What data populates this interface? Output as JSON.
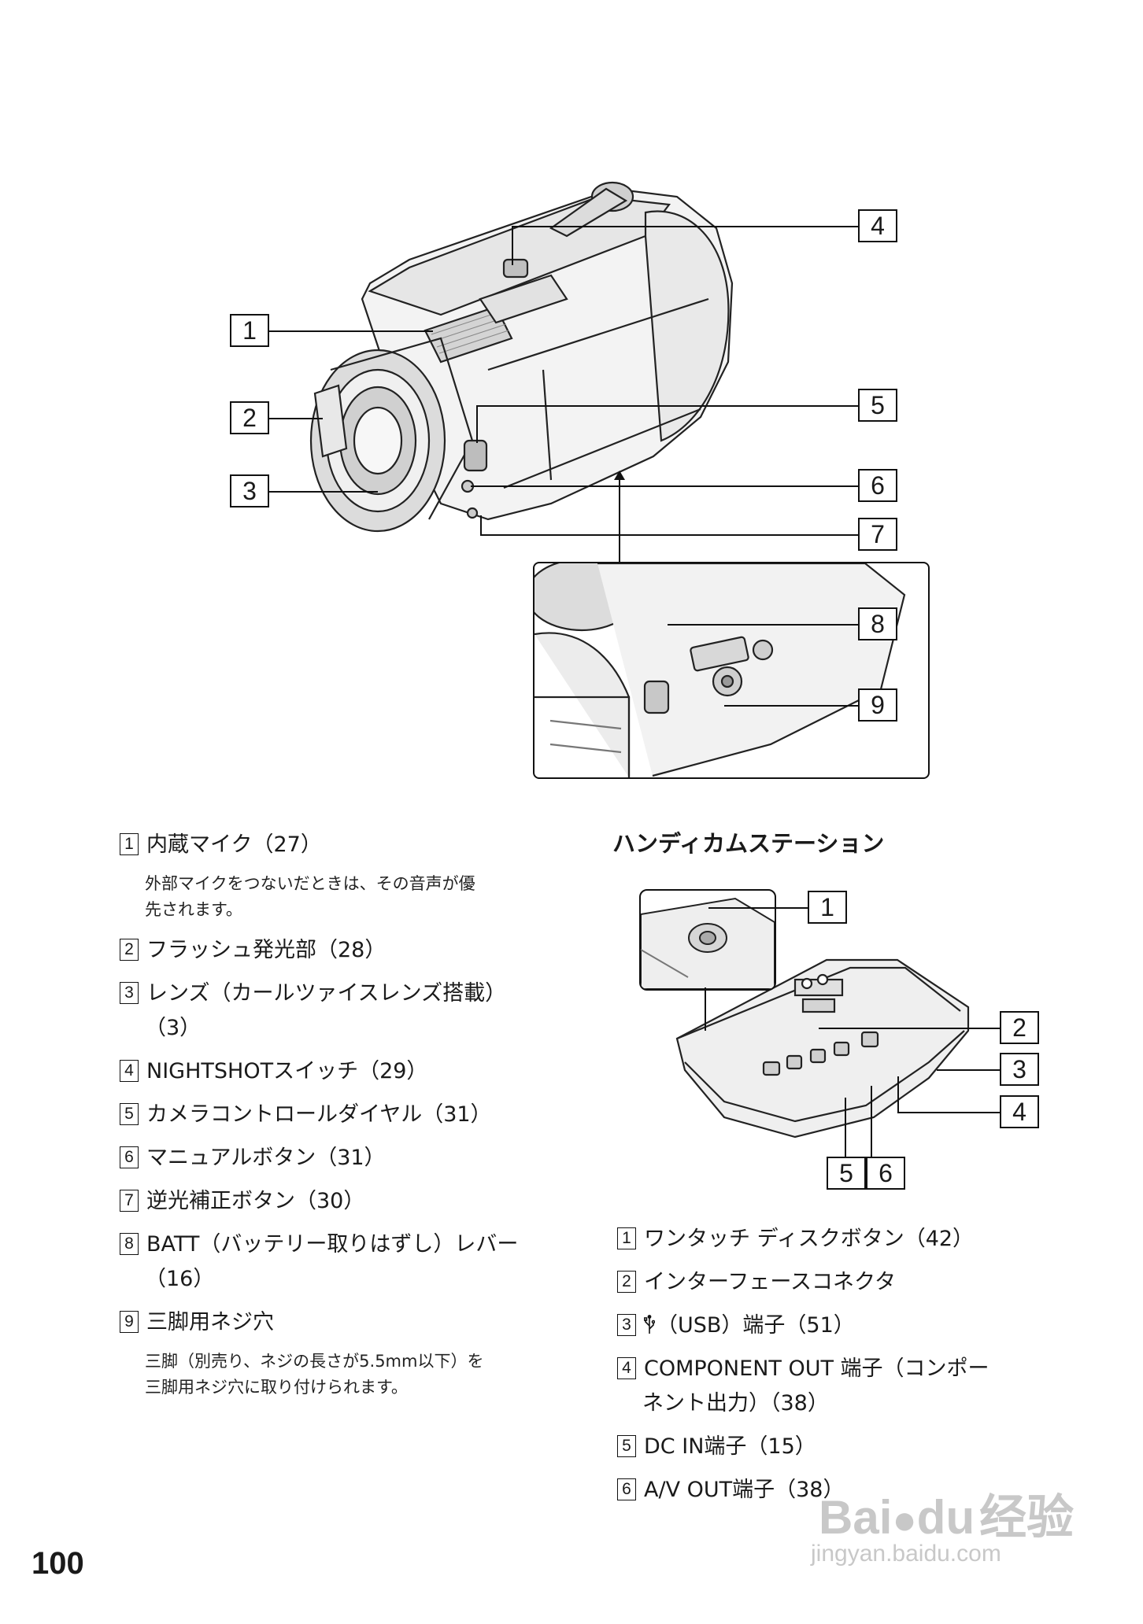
{
  "camera_callouts": [
    "1",
    "2",
    "3",
    "4",
    "5",
    "6",
    "7",
    "8",
    "9"
  ],
  "left_items": [
    {
      "num": "1",
      "text": "内蔵マイク（27）"
    },
    {
      "num": "2",
      "text": "フラッシュ発光部（28）"
    },
    {
      "num": "3",
      "text": "レンズ（カールツァイスレンズ搭載）"
    },
    {
      "num": "4",
      "text": "NIGHTSHOTスイッチ（29）"
    },
    {
      "num": "5",
      "text": "カメラコントロールダイヤル（31）"
    },
    {
      "num": "6",
      "text": "マニュアルボタン（31）"
    },
    {
      "num": "7",
      "text": "逆光補正ボタン（30）"
    },
    {
      "num": "8",
      "text": "BATT（バッテリー取りはずし）レバー"
    },
    {
      "num": "9",
      "text": "三脚用ネジ穴"
    }
  ],
  "left_continuations": {
    "item3": "（3）",
    "item8": "（16）"
  },
  "left_notes": {
    "mic_note_line1": "外部マイクをつないだときは、その音声が優",
    "mic_note_line2": "先されます。",
    "tripod_note_line1": "三脚（別売り、ネジの長さが5.5mm以下）を",
    "tripod_note_line2": "三脚用ネジ穴に取り付けられます。"
  },
  "station": {
    "heading": "ハンディカムステーション",
    "callouts": [
      "1",
      "2",
      "3",
      "4",
      "5",
      "6"
    ],
    "items": [
      {
        "num": "1",
        "text": "ワンタッチ ディスクボタン（42）"
      },
      {
        "num": "2",
        "text": "インターフェースコネクタ"
      },
      {
        "num": "3",
        "text": "（USB）端子（51）",
        "icon": "usb-icon"
      },
      {
        "num": "4",
        "text": "COMPONENT OUT 端子（コンポー"
      },
      {
        "num": "5",
        "text": "DC IN端子（15）"
      },
      {
        "num": "6",
        "text": "A/V OUT端子（38）"
      }
    ],
    "item4_continuation": "ネント出力）（38）"
  },
  "page_number": "100",
  "watermark": {
    "brand": "Bai",
    "brand2": "du",
    "suffix": "经验",
    "url": "jingyan.baidu.com"
  }
}
